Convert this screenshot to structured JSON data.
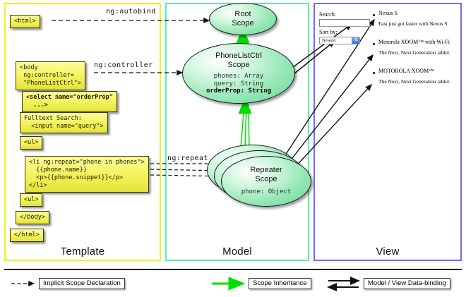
{
  "columns": [
    {
      "key": "template",
      "label": "Template",
      "border_color": "#f2f21d"
    },
    {
      "key": "model",
      "label": "Model",
      "border_color": "#53f2ac"
    },
    {
      "key": "view",
      "label": "View",
      "border_color": "#7b68ee"
    }
  ],
  "template": {
    "boxes": [
      {
        "name": "html-open",
        "text": "<html>",
        "bold": false
      },
      {
        "name": "body-controller",
        "text": "<body\n ng:controller=\n \"PhoneListCtrl\">",
        "bold": false
      },
      {
        "name": "select-orderprop",
        "text": "<select name=\"orderProp\"\n  ...>",
        "bold": true
      },
      {
        "name": "fulltext-search",
        "text": "Fulltext Search:\n  <input name=\"query\">",
        "bold": false
      },
      {
        "name": "ul-open",
        "text": "<ul>",
        "bold": false
      },
      {
        "name": "li-ngrepeat",
        "text": "<li ng:repeat=\"phone in phones\">\n  {{phone.name}}\n  <p>{{phone.snippet}}</p>\n</li>",
        "bold": false
      },
      {
        "name": "ul-close",
        "text": "<ul>",
        "bold": false
      },
      {
        "name": "body-close",
        "text": "</body>",
        "bold": false
      },
      {
        "name": "html-close",
        "text": "</html>",
        "bold": false
      }
    ]
  },
  "connector_labels": [
    {
      "name": "ng-autobind",
      "text": "ng:autobind"
    },
    {
      "name": "ng-controller",
      "text": "ng:controller"
    },
    {
      "name": "ng-repeat",
      "text": "ng:repeat"
    }
  ],
  "model": {
    "scopes": [
      {
        "name": "root-scope",
        "title_line1": "Root",
        "title_line2": "Scope",
        "props": []
      },
      {
        "name": "phonelistctrl-scope",
        "title_line1": "PhoneListCtrl",
        "title_line2": "Scope",
        "props": [
          {
            "text": "phones: Array",
            "bold": false
          },
          {
            "text": "query: String",
            "bold": false
          },
          {
            "text": "orderProp: String",
            "bold": true
          }
        ]
      },
      {
        "name": "repeater-scope",
        "title_line1": "Repeater",
        "title_line2": "Scope",
        "props": [
          {
            "text": "phone: Object",
            "bold": false
          }
        ]
      }
    ]
  },
  "view": {
    "search_label": "Search:",
    "search_value": "",
    "sort_label": "Sort by:",
    "sort_selected": "Newest",
    "phones": [
      {
        "name": "Nexus S",
        "snippet": "Fast just got faster with Nexus S."
      },
      {
        "name": "Motorola XOOM™ with Wi-Fi",
        "snippet": "The Next, Next Generation tablet."
      },
      {
        "name": "MOTOROLA XOOM™",
        "snippet": "The Next, Next Generation tablet."
      }
    ]
  },
  "legend": [
    {
      "name": "implicit-scope-declaration",
      "label": "Implicit Scope Declaration",
      "marker": "dashed-arrow",
      "color": "#111111"
    },
    {
      "name": "scope-inheritance",
      "label": "Scope Inheritance",
      "marker": "green-arrow",
      "color": "#00ee00"
    },
    {
      "name": "model-view-data-binding",
      "label": "Model / View Data-binding",
      "marker": "double-arrow",
      "color": "#111111"
    }
  ]
}
